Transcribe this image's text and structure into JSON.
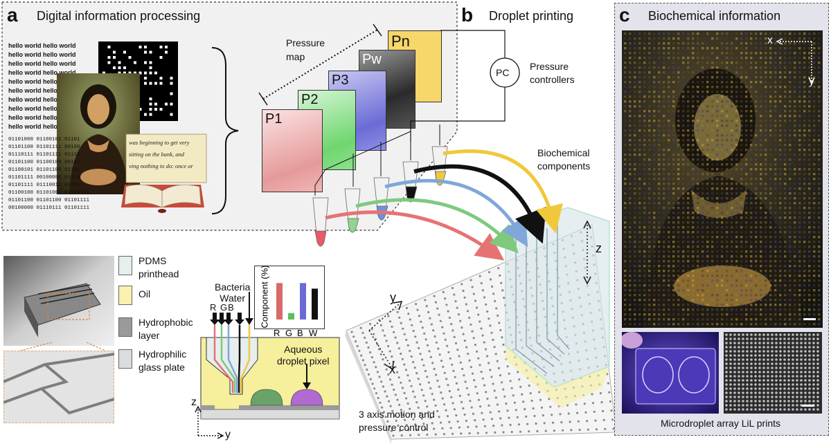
{
  "panel_a": {
    "letter": "a",
    "title": "Digital information processing",
    "hello_lines": "hello world hello world\nhello world hello world\nhello world hello world\nhello world hello world\nhello world hello world\nhello world hello world\nhello world hello world\nhello world hello world\nhello world hello world\nhello world hello world",
    "binary_lines": "01101000 01100101 01101\n01101100 01101111 00100\n01110111 01101111 01110\n01101100 01100100 00100\n01100101 01101100 01101\n01101111 00100000 01110\n01101111 01110010 01101\n01100100 01101000 01100101\n01101100 01101100 01101111\n00100000 01110111 01101111",
    "book_lines": [
      "was beginning to get very",
      "sitting on the bank, and",
      "ving nothing to do: once or"
    ],
    "pressure_map_label": "Pressure\nmap",
    "layers": [
      {
        "label": "P1",
        "color": "#f2b5b5"
      },
      {
        "label": "P2",
        "color": "#8de08d"
      },
      {
        "label": "P3",
        "color": "#8f8fe6"
      },
      {
        "label": "Pw",
        "color": "#555555"
      },
      {
        "label": "Pn",
        "color": "#f7d66a"
      }
    ]
  },
  "panel_b": {
    "letter": "b",
    "title": "Droplet printing",
    "pc_label": "PC",
    "pressure_controllers": "Pressure\ncontrollers",
    "biochemical_components": "Biochemical\ncomponents",
    "axis_z": "z",
    "axis_y": "y",
    "axis_x": "x",
    "motion_label": "3 axis motion and\npressure control",
    "arrow_colors": [
      "#e57373",
      "#7ec97e",
      "#7fa7d9",
      "#111111",
      "#f0c83c"
    ]
  },
  "legend": {
    "items": [
      {
        "label": "PDMS\nprinthead",
        "color": "#e6eeee"
      },
      {
        "label": "Oil",
        "color": "#fbf0b0"
      },
      {
        "label": "Hydrophobic\nlayer",
        "color": "#9a9a9a"
      },
      {
        "label": "Hydrophilic\nglass plate",
        "color": "#dcdcdc"
      }
    ]
  },
  "schematic": {
    "bacteria_water": "Bacteria\nWater",
    "rgb_label": "R GB",
    "aqueous_label": "Aqueous\ndroplet pixel",
    "axis_z": "z",
    "axis_y": "y",
    "droplet_colors": [
      "#6aa36a",
      "#b06ad0"
    ]
  },
  "chart_data": {
    "type": "bar",
    "ylabel": "Component (%)",
    "categories": [
      "R",
      "G",
      "B",
      "W"
    ],
    "values": [
      85,
      15,
      85,
      72
    ],
    "colors": [
      "#d96a6a",
      "#5bbf5b",
      "#6b6bd6",
      "#111111"
    ],
    "ylim": [
      0,
      100
    ]
  },
  "panel_c": {
    "letter": "c",
    "title": "Biochemical information",
    "axis_x": "x",
    "axis_y": "y",
    "caption": "Microdroplet array LiL prints"
  }
}
